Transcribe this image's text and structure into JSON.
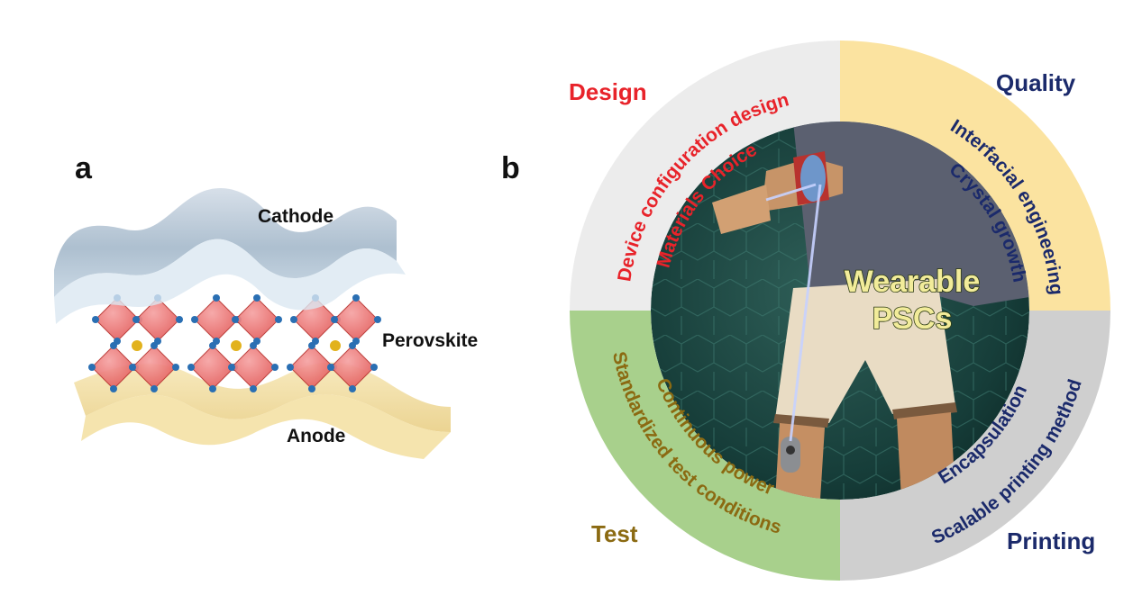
{
  "panel_a": {
    "letter": "a",
    "labels": {
      "cathode": "Cathode",
      "perovskite": "Perovskite",
      "anode": "Anode"
    }
  },
  "panel_b": {
    "letter": "b",
    "center": {
      "line1": "Wearable",
      "line2": "PSCs"
    },
    "quadrants": {
      "design": {
        "title": "Design",
        "item_outer": "Device configuration design",
        "item_inner": "Materials Choice",
        "color": "#e8232a",
        "fill": "#ececec"
      },
      "quality": {
        "title": "Quality",
        "item_outer": "Interfacial engineering",
        "item_inner": "Crystal growth",
        "color": "#1b2a6b",
        "fill": "#fbe3a0"
      },
      "printing": {
        "title": "Printing",
        "item_outer": "Scalable printing method",
        "item_inner": "Encapsulation",
        "color": "#1b2a6b",
        "fill": "#cfcfcf"
      },
      "test": {
        "title": "Test",
        "item_outer": "Standardized test conditions",
        "item_inner": "Continuous power",
        "color": "#8b6a12",
        "fill": "#a8d08c"
      }
    }
  }
}
